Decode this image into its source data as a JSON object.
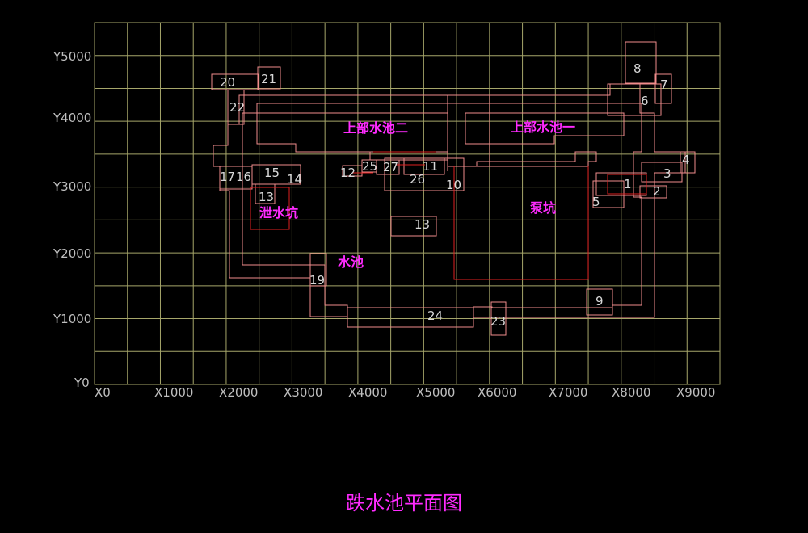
{
  "colors": {
    "background": "#000000",
    "grid": "#a6a66a",
    "axis_text": "#bfbfbf",
    "wall": "#f08c8c",
    "red": "#e02020",
    "label": "#d8d8d8",
    "magenta": "#ff2bff"
  },
  "grid": {
    "x_labels": [
      "X0",
      "X1000",
      "X2000",
      "X3000",
      "X4000",
      "X5000",
      "X6000",
      "X7000",
      "X8000",
      "X9000"
    ],
    "y_labels": [
      "Y0",
      "Y1000",
      "Y2000",
      "Y3000",
      "Y4000",
      "Y5000"
    ]
  },
  "areas": {
    "upper_pool_2": "上部水池二",
    "upper_pool_1": "上部水池一",
    "drain_pit": "泄水坑",
    "pump_pit": "泵坑",
    "pool": "水池"
  },
  "node_labels": [
    "1",
    "2",
    "3",
    "4",
    "5",
    "6",
    "7",
    "8",
    "9",
    "10",
    "11",
    "12",
    "13",
    "13",
    "14",
    "15",
    "16",
    "17",
    "19",
    "20",
    "21",
    "22",
    "23",
    "24",
    "25",
    "26",
    "27"
  ],
  "caption": "跌水池平面图"
}
